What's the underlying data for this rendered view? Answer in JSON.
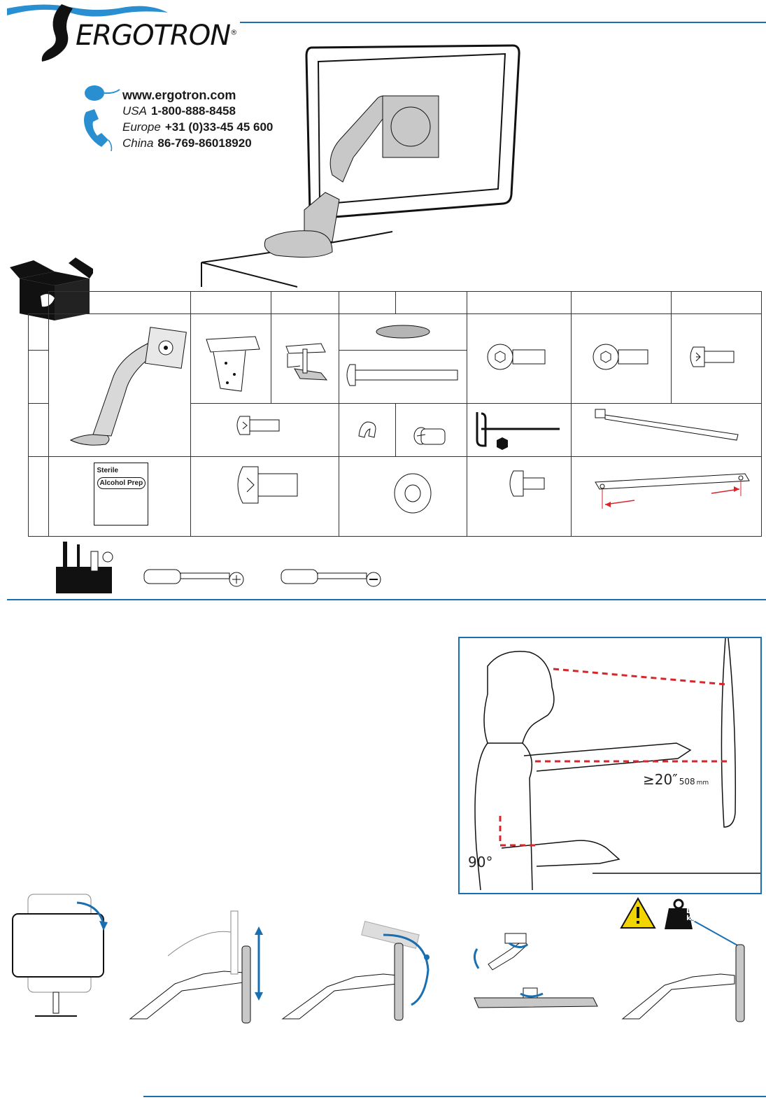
{
  "brand": {
    "name": "ERGOTRON",
    "registered": "®"
  },
  "contact": {
    "website": "www.ergotron.com",
    "phones": [
      {
        "region": "USA",
        "number": "1-800-888-8458"
      },
      {
        "region": "Europe",
        "number": "+31 (0)33-45 45 600"
      },
      {
        "region": "China",
        "number": "86-769-86018920"
      }
    ]
  },
  "parts": {
    "alcohol_prep": {
      "top": "Sterile",
      "label": "Alcohol Prep"
    }
  },
  "ergonomics": {
    "distance": "≥20″",
    "distance_mm": "508",
    "distance_unit": "mm",
    "elbow_angle": "90°"
  },
  "warning": {
    "weight_top": "LB",
    "weight_bottom": "kg"
  },
  "colors": {
    "accent_blue": "#1a6fb0",
    "guide_red": "#d9252a",
    "shade_gray": "#b5b5b5"
  },
  "icons": [
    "mouse-icon",
    "phone-icon",
    "box-icon",
    "toolbox-icon",
    "phillips-screwdriver-icon",
    "flat-screwdriver-icon",
    "warning-icon",
    "weight-icon"
  ]
}
